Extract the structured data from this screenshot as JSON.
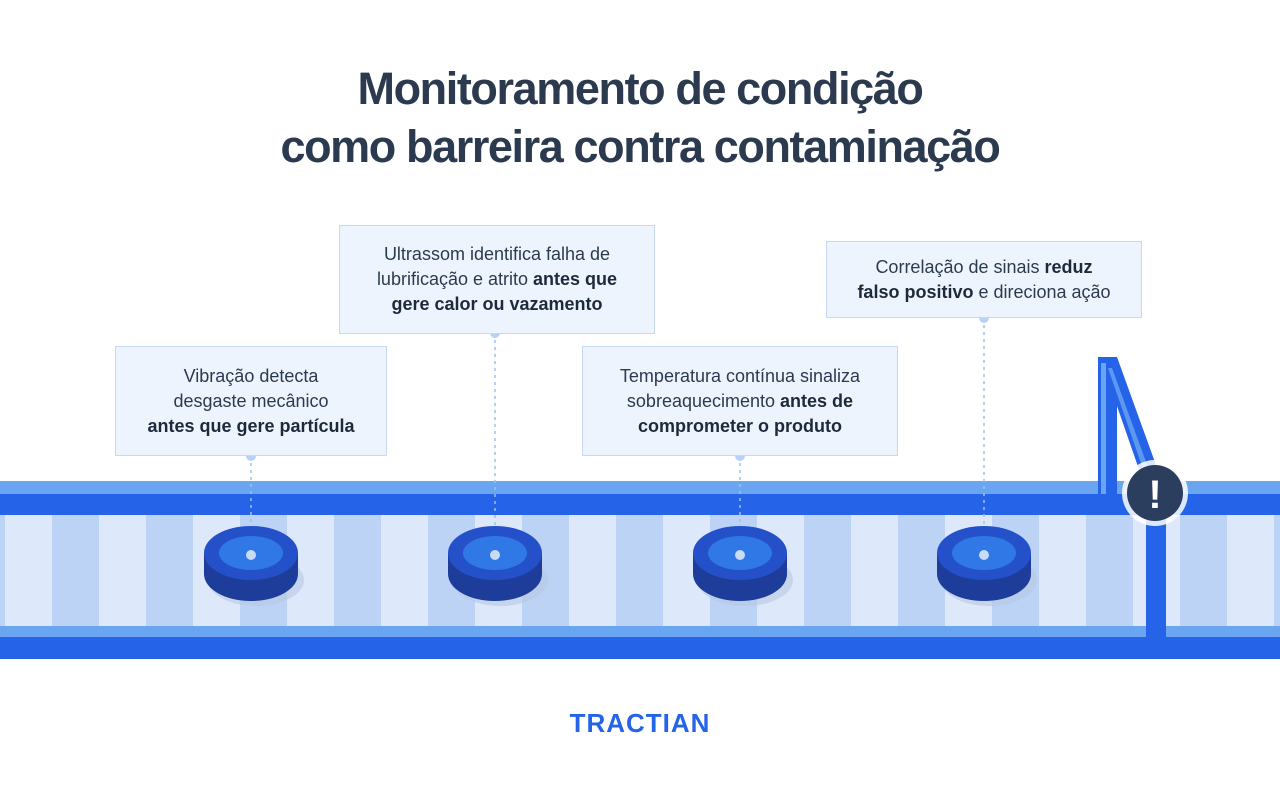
{
  "title": {
    "line1": "Monitoramento de condição",
    "line2": "como barreira contra contaminação"
  },
  "callouts": [
    {
      "lines": [
        [
          {
            "t": "Vibração detecta",
            "b": false
          }
        ],
        [
          {
            "t": "desgaste mecânico",
            "b": false
          }
        ],
        [
          {
            "t": "antes que gere partícula",
            "b": true
          }
        ]
      ]
    },
    {
      "lines": [
        [
          {
            "t": "Ultrassom identifica falha de",
            "b": false
          }
        ],
        [
          {
            "t": "lubrificação e atrito ",
            "b": false
          },
          {
            "t": "antes que",
            "b": true
          }
        ],
        [
          {
            "t": "gere calor ou vazamento",
            "b": true
          }
        ]
      ]
    },
    {
      "lines": [
        [
          {
            "t": "Temperatura contínua sinaliza",
            "b": false
          }
        ],
        [
          {
            "t": "sobreaquecimento ",
            "b": false
          },
          {
            "t": "antes de",
            "b": true
          }
        ],
        [
          {
            "t": "comprometer o produto",
            "b": true
          }
        ]
      ]
    },
    {
      "lines": [
        [
          {
            "t": "Correlação de sinais ",
            "b": false
          },
          {
            "t": "reduz",
            "b": true
          }
        ],
        [
          {
            "t": "falso positivo",
            "b": true
          },
          {
            "t": " e direciona ação",
            "b": false
          }
        ]
      ]
    }
  ],
  "alert": {
    "symbol": "!",
    "icon": "exclamation-alert-icon"
  },
  "logo": "TRACTIAN",
  "colors": {
    "title": "#2c3a4f",
    "blue": "#2563e8",
    "light_blue": "#6aa5f2",
    "belt_light": "#dde8fb",
    "belt_stripe": "#bcd3f5",
    "sensor_dark": "#1e3c9a",
    "alert_bg": "#2b3e5e"
  }
}
